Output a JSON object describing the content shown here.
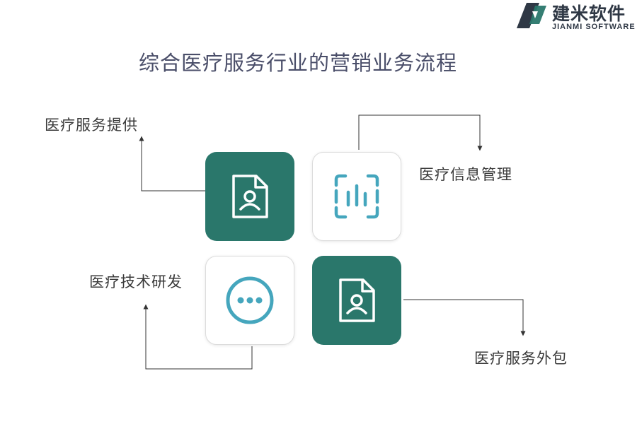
{
  "logo": {
    "name_cn": "建米软件",
    "name_en": "JIANMI SOFTWARE",
    "brand_color": "#2f3845",
    "accent_color": "#2a776b"
  },
  "title": "综合医疗服务行业的营销业务流程",
  "nodes": [
    {
      "label": "医疗服务提供",
      "icon": "document-user-icon",
      "style": "dark"
    },
    {
      "label": "医疗信息管理",
      "icon": "bar-chart-frame-icon",
      "style": "light"
    },
    {
      "label": "医疗技术研发",
      "icon": "ellipsis-circle-icon",
      "style": "light"
    },
    {
      "label": "医疗服务外包",
      "icon": "document-user-icon",
      "style": "dark"
    }
  ],
  "colors": {
    "tile_dark": "#2a776b",
    "icon_light": "#45a6bd",
    "connector": "#333333"
  }
}
